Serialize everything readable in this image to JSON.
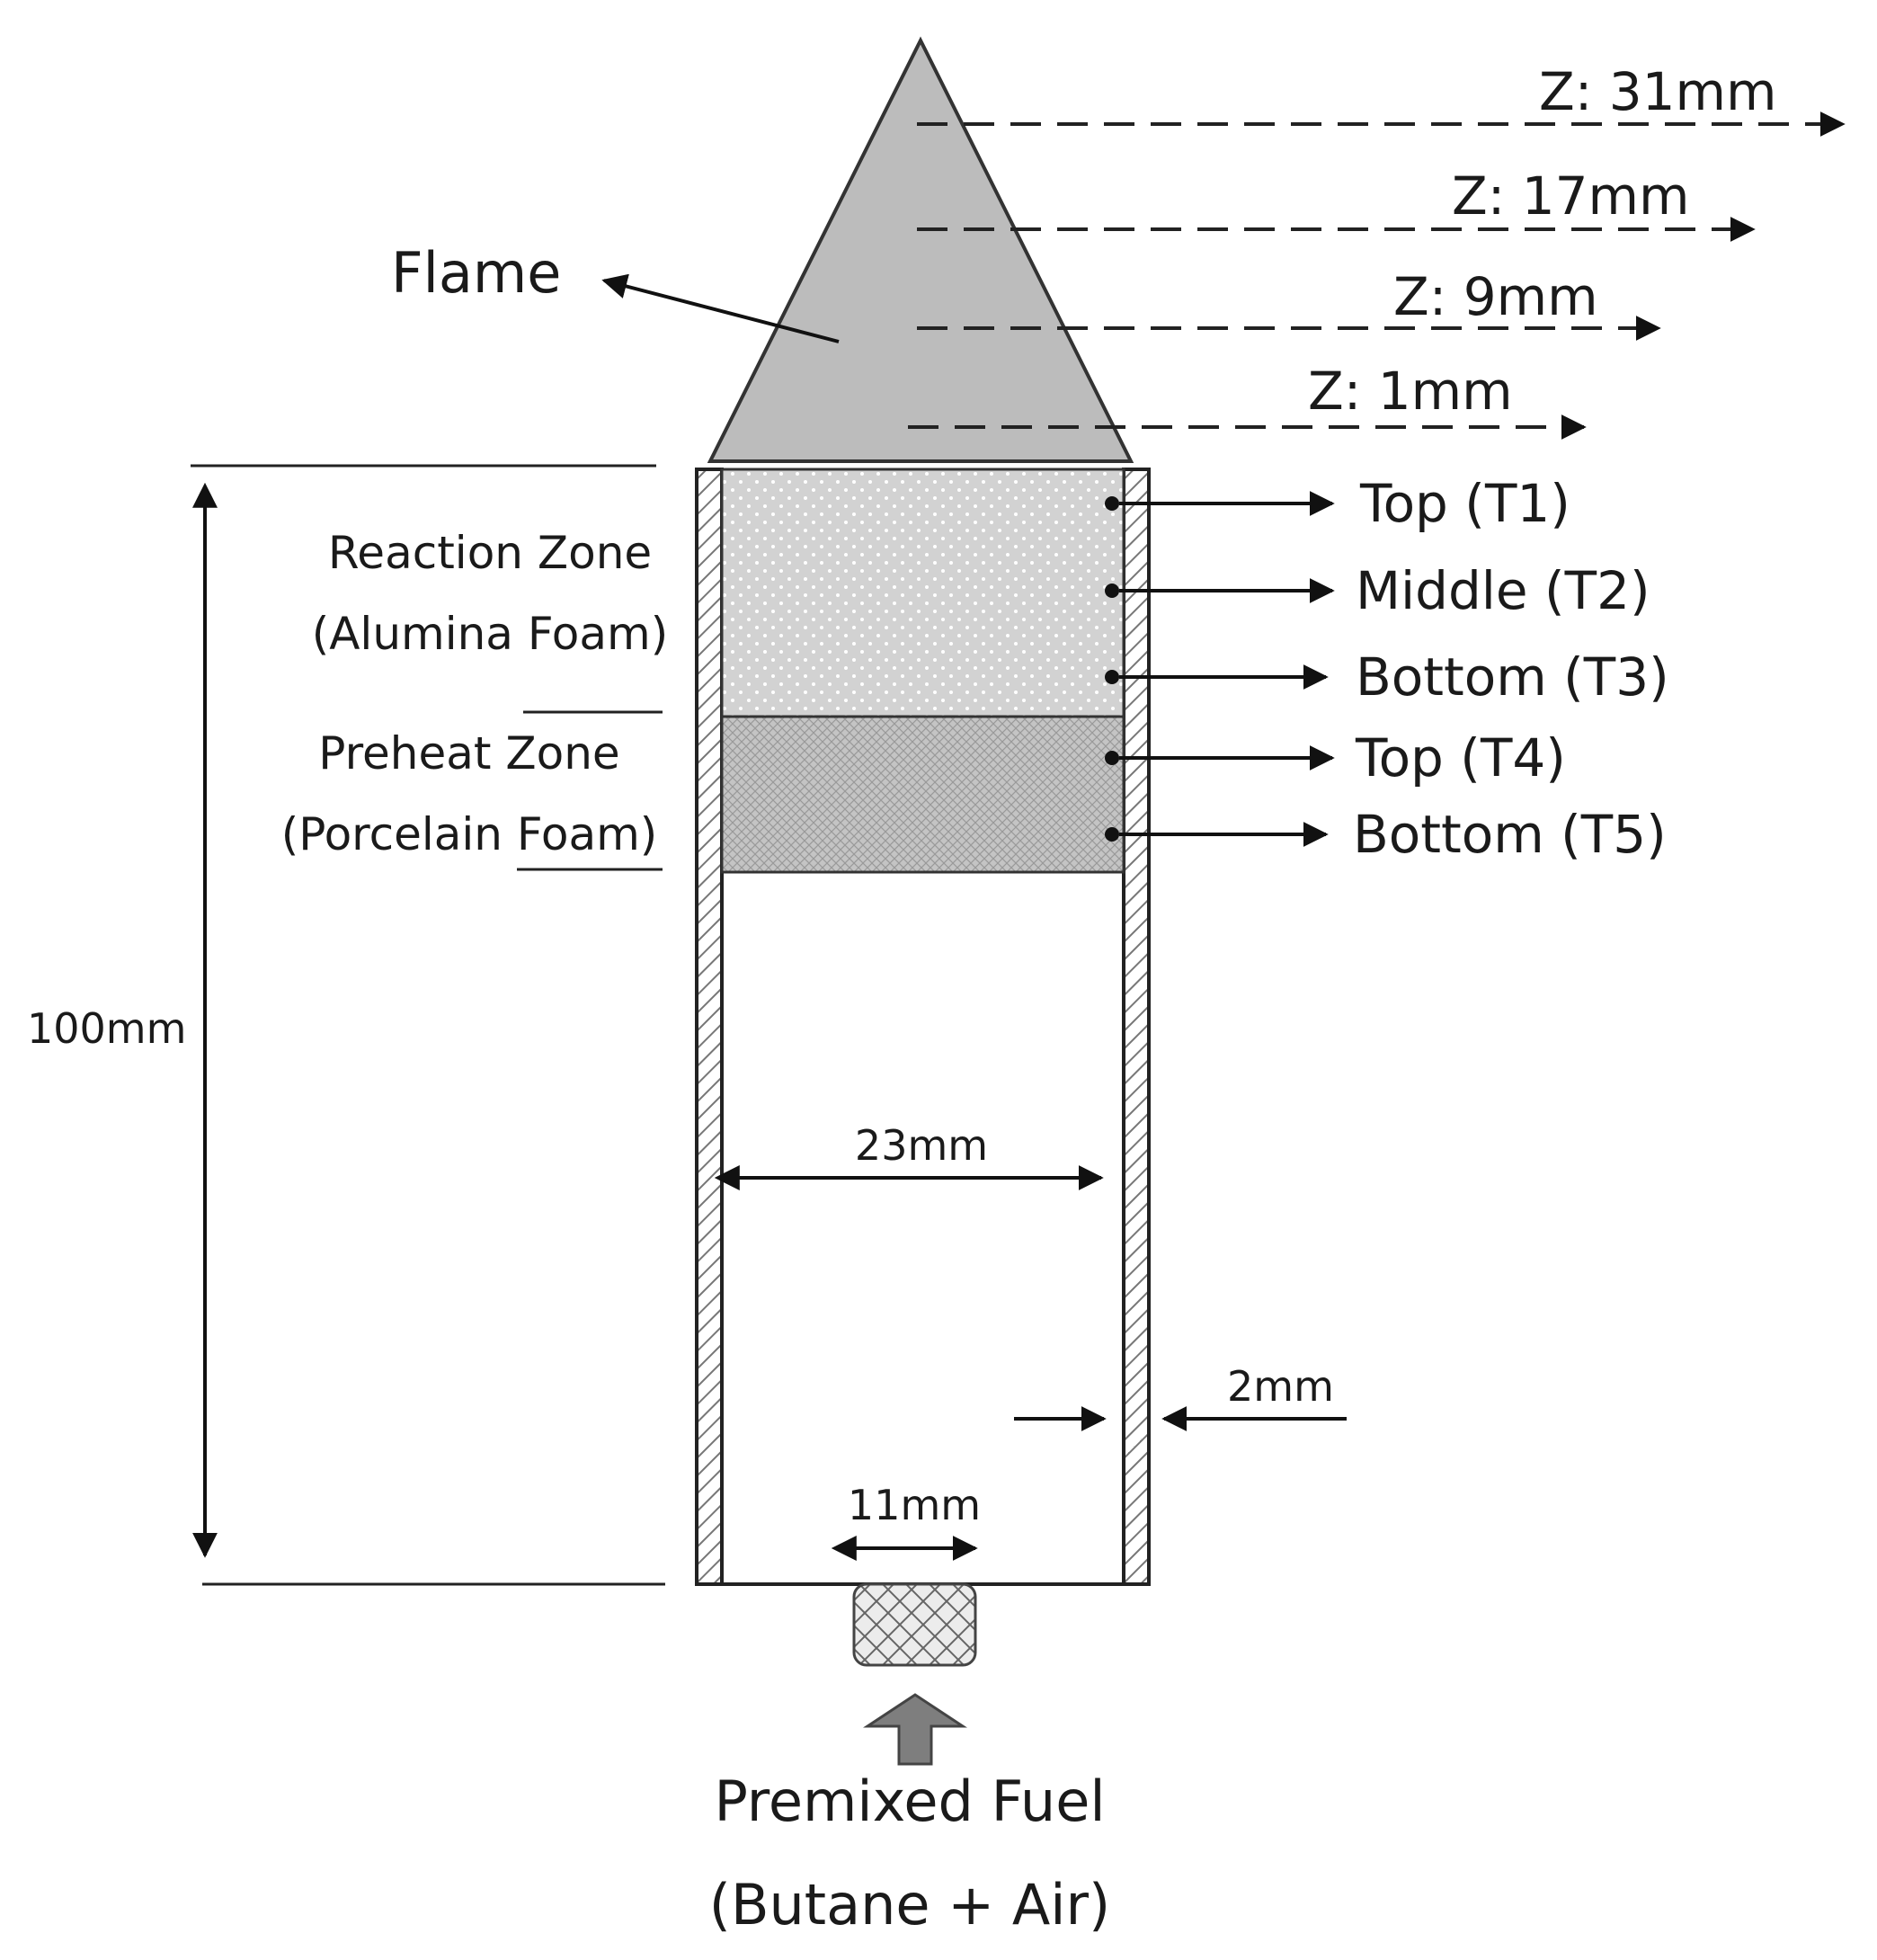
{
  "flame": {
    "label": "Flame"
  },
  "heights": [
    {
      "label": "Z: 31mm"
    },
    {
      "label": "Z: 17mm"
    },
    {
      "label": "Z: 9mm"
    },
    {
      "label": "Z: 1mm"
    }
  ],
  "thermocouples": [
    {
      "label": "Top (T1)"
    },
    {
      "label": "Middle (T2)"
    },
    {
      "label": "Bottom (T3)"
    },
    {
      "label": "Top (T4)"
    },
    {
      "label": "Bottom (T5)"
    }
  ],
  "zones": {
    "reaction": {
      "line1": "Reaction Zone",
      "line2": "(Alumina Foam)"
    },
    "preheat": {
      "line1": "Preheat Zone",
      "line2": "(Porcelain Foam)"
    }
  },
  "dimensions": {
    "height": "100mm",
    "inner_diameter": "23mm",
    "wall_thickness": "2mm",
    "inlet_diameter": "11mm"
  },
  "inlet": {
    "line1": "Premixed Fuel",
    "line2": "(Butane + Air)"
  }
}
